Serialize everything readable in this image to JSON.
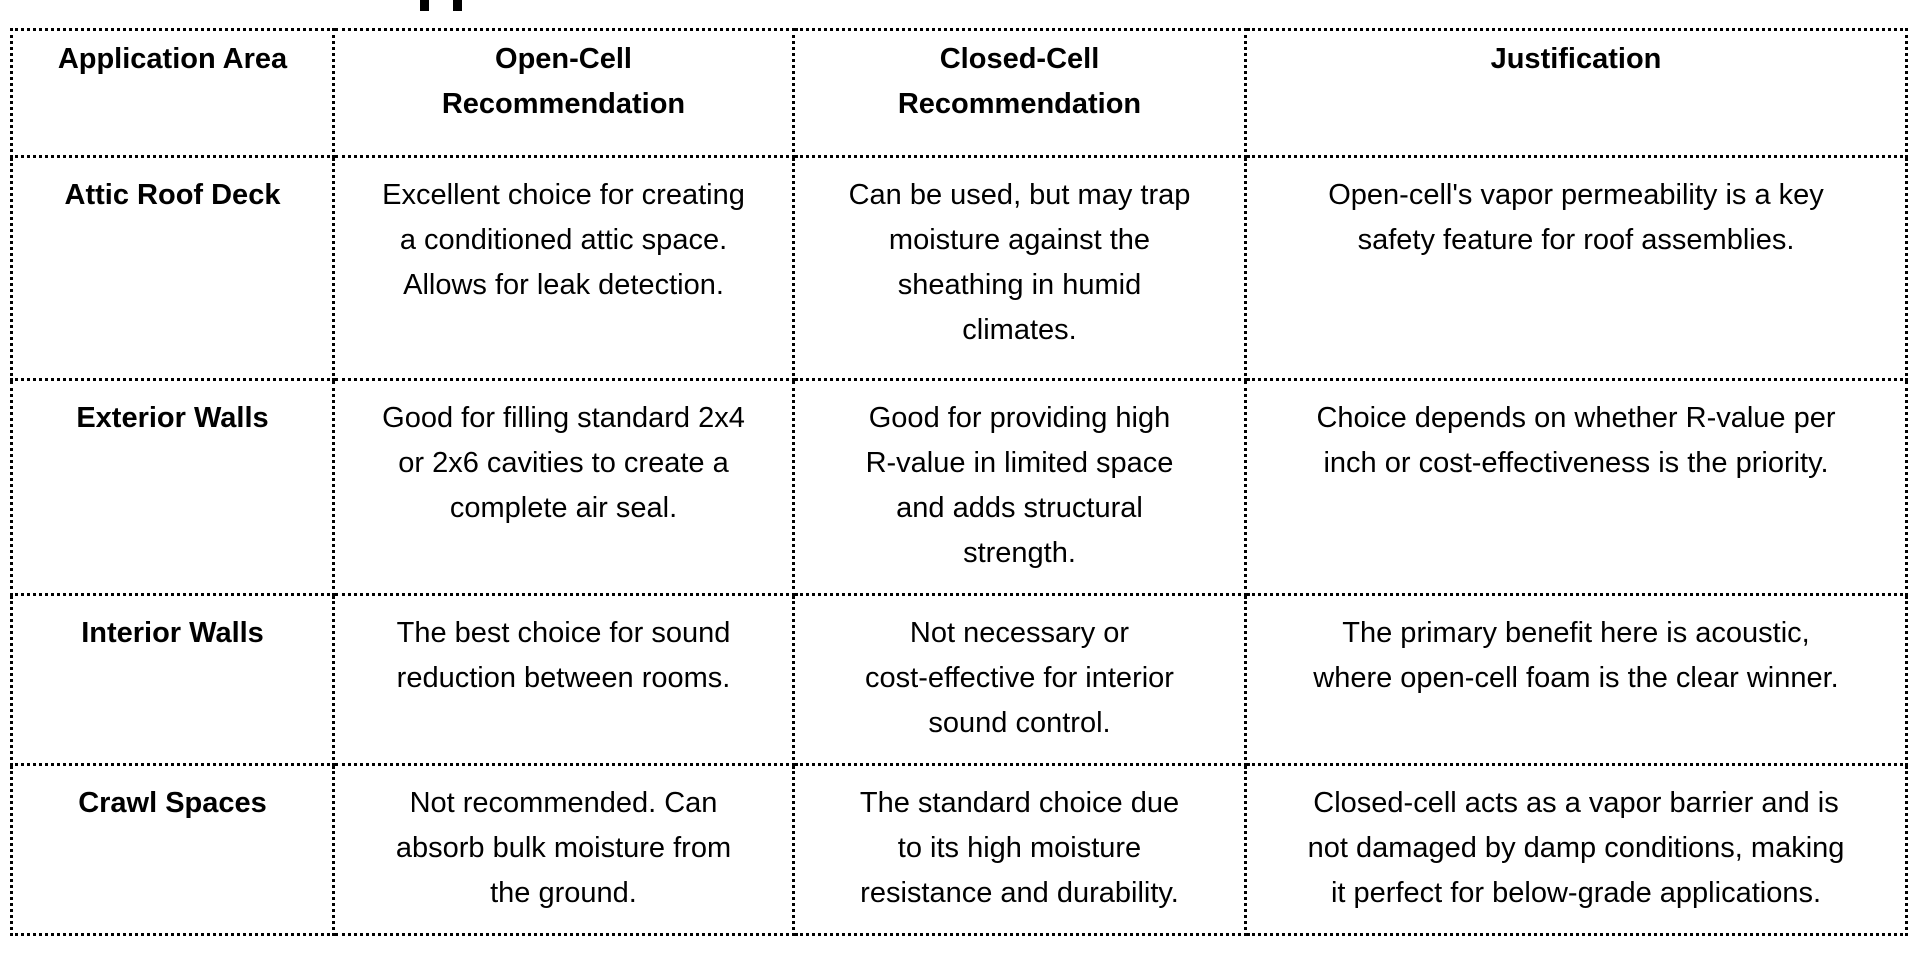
{
  "colors": {
    "background": "#ffffff",
    "text": "#000000",
    "border": "#000000"
  },
  "table": {
    "headers": {
      "application_area": "Application Area",
      "open_cell": "Open-Cell\nRecommendation",
      "closed_cell": "Closed-Cell\nRecommendation",
      "justification": "Justification"
    },
    "rows": [
      {
        "application_area": "Attic Roof Deck",
        "open_cell": "Excellent choice for creating\na conditioned attic space.\nAllows for leak detection.",
        "closed_cell": "Can be used, but may trap\nmoisture against the\nsheathing in humid\nclimates.",
        "justification": "Open-cell's vapor permeability is a key\nsafety feature for roof assemblies."
      },
      {
        "application_area": "Exterior Walls",
        "open_cell": "Good for filling standard 2x4\nor 2x6 cavities to create a\ncomplete air seal.",
        "closed_cell": "Good for providing high\nR-value in limited space\nand adds structural\nstrength.",
        "justification": "Choice depends on whether R-value per\ninch or cost-effectiveness is the priority."
      },
      {
        "application_area": "Interior Walls",
        "open_cell": "The best choice for sound\nreduction between rooms.",
        "closed_cell": "Not necessary or\ncost-effective for interior\nsound control.",
        "justification": "The primary benefit here is acoustic,\nwhere open-cell foam is the clear winner."
      },
      {
        "application_area": "Crawl Spaces",
        "open_cell": "Not recommended. Can\nabsorb bulk moisture from\nthe ground.",
        "closed_cell": "The standard choice due\nto its high moisture\nresistance and durability.",
        "justification": "Closed-cell acts as a vapor barrier and is\nnot damaged by damp conditions, making\nit perfect for below-grade applications."
      }
    ]
  }
}
